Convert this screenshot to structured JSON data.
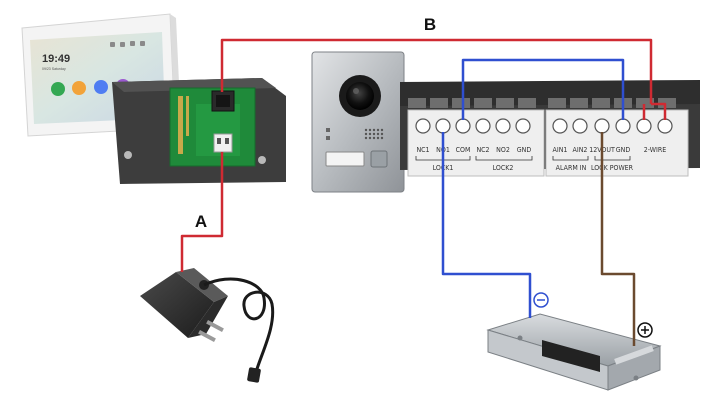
{
  "wires": {
    "label_a": "A",
    "label_b": "B",
    "colors": {
      "power": "#cf2a32",
      "lock_minus": "#2f4fd0",
      "lock_plus": "#6b4a2f"
    }
  },
  "monitor": {
    "time": "19:49",
    "date": "09/23 Saturday",
    "app_colors": [
      "#34a853",
      "#f2a33a",
      "#4f7df2",
      "#9b59d0"
    ]
  },
  "terminal_block": {
    "lock1_terminals": [
      "NC1",
      "NO1",
      "COM"
    ],
    "lock2_terminals": [
      "NC2",
      "NO2",
      "GND"
    ],
    "lock1_label": "LOCK1",
    "lock2_label": "LOCK2",
    "alarm_terminals": [
      "AIN1",
      "AIN2",
      "12VOUT",
      "GND"
    ],
    "alarm_label": "ALARM IN",
    "power_label": "LOCK POWER",
    "twowire_label": "2-WIRE"
  },
  "lock": {
    "minus_symbol": "⊖",
    "plus_symbol": "⊕"
  }
}
